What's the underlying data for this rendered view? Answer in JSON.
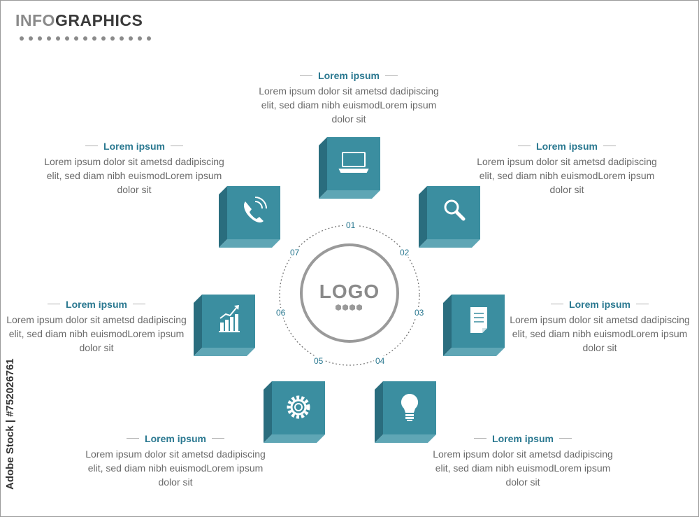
{
  "header": {
    "title_light": "INFO",
    "title_dark": "GRAPHICS"
  },
  "center": {
    "logo_text": "LOGO"
  },
  "steps": [
    {
      "num": "01",
      "icon": "laptop-icon",
      "title": "Lorem ipsum",
      "body": "Lorem ipsum dolor sit ametsd dadipiscing elit, sed diam nibh euismodLorem ipsum dolor sit"
    },
    {
      "num": "02",
      "icon": "search-icon",
      "title": "Lorem ipsum",
      "body": "Lorem ipsum dolor sit ametsd dadipiscing elit, sed diam nibh euismodLorem ipsum dolor sit"
    },
    {
      "num": "03",
      "icon": "document-icon",
      "title": "Lorem ipsum",
      "body": "Lorem ipsum dolor sit ametsd dadipiscing elit, sed diam nibh euismodLorem ipsum dolor sit"
    },
    {
      "num": "04",
      "icon": "lightbulb-icon",
      "title": "Lorem ipsum",
      "body": "Lorem ipsum dolor sit ametsd dadipiscing elit, sed diam nibh euismodLorem ipsum dolor sit"
    },
    {
      "num": "05",
      "icon": "gear-icon",
      "title": "Lorem ipsum",
      "body": "Lorem ipsum dolor sit ametsd dadipiscing elit, sed diam nibh euismodLorem ipsum dolor sit"
    },
    {
      "num": "06",
      "icon": "growth-chart-icon",
      "title": "Lorem ipsum",
      "body": "Lorem ipsum dolor sit ametsd dadipiscing elit, sed diam nibh euismodLorem ipsum dolor sit"
    },
    {
      "num": "07",
      "icon": "phone-call-icon",
      "title": "Lorem ipsum",
      "body": "Lorem ipsum dolor sit ametsd dadipiscing elit, sed diam nibh euismodLorem ipsum dolor sit"
    }
  ],
  "colors": {
    "accent": "#2a7890",
    "cube_front": "#3b8ea0",
    "cube_side": "#2a6d7e",
    "cube_bottom": "#5fa6b5"
  },
  "credit": {
    "text": "Adobe Stock | #752026761"
  }
}
